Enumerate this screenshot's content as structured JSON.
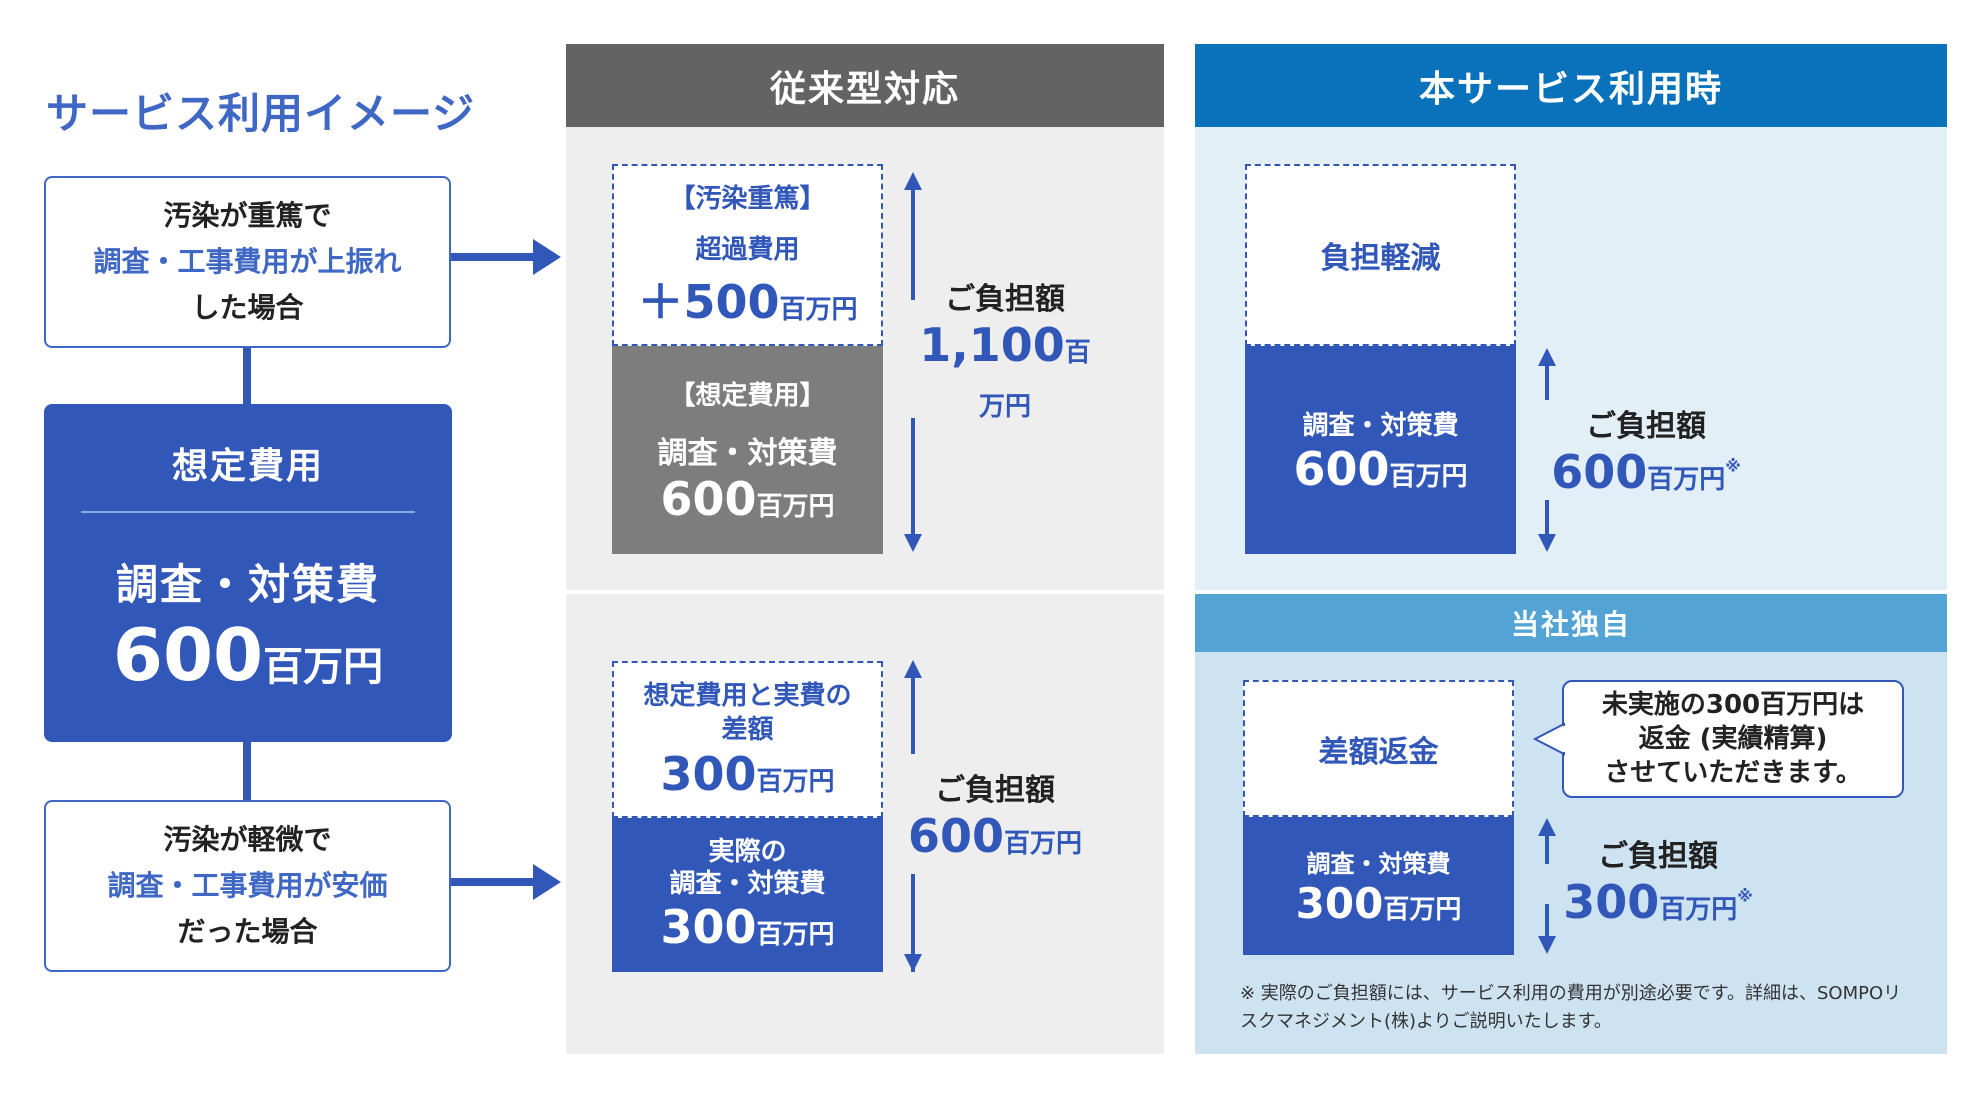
{
  "page_title": "サービス利用イメージ",
  "left": {
    "upper_case": {
      "line1": "汚染が重篤で",
      "line2": "調査・工事費用が上振れ",
      "line3": "した場合"
    },
    "estimate": {
      "label": "想定費用",
      "item": "調査・対策費",
      "amount": "600",
      "unit": "百万円"
    },
    "lower_case": {
      "line1": "汚染が軽微で",
      "line2": "調査・工事費用が安価",
      "line3": "だった場合"
    }
  },
  "conventional": {
    "header": "従来型対応",
    "upper": {
      "excess_tag": "【汚染重篤】",
      "excess_label": "超過費用",
      "excess_amount": "＋500",
      "excess_unit": "百万円",
      "assumed_tag": "【想定費用】",
      "assumed_label": "調査・対策費",
      "assumed_amount": "600",
      "assumed_unit": "百万円",
      "burden_label": "ご負担額",
      "burden_amount": "1,100",
      "burden_unit": "百万円"
    },
    "lower": {
      "diff_label": "想定費用と実費の差額",
      "diff_amount": "300",
      "diff_unit": "百万円",
      "actual_label1": "実際の",
      "actual_label2": "調査・対策費",
      "actual_amount": "300",
      "actual_unit": "百万円",
      "burden_label": "ご負担額",
      "burden_amount": "600",
      "burden_unit": "百万円"
    }
  },
  "service": {
    "header": "本サービス利用時",
    "upper": {
      "reduced_label": "負担軽減",
      "cost_label": "調査・対策費",
      "cost_amount": "600",
      "cost_unit": "百万円",
      "burden_label": "ご負担額",
      "burden_amount": "600",
      "burden_unit": "百万円",
      "note_mark": "※"
    },
    "unique_header": "当社独自",
    "lower": {
      "refund_label": "差額返金",
      "callout_line1": "未実施の300百万円は",
      "callout_line2": "返金 (実績精算)",
      "callout_line3": "させていただきます。",
      "cost_label": "調査・対策費",
      "cost_amount": "300",
      "cost_unit": "百万円",
      "burden_label": "ご負担額",
      "burden_amount": "300",
      "burden_unit": "百万円",
      "note_mark": "※"
    },
    "footnote_line1": "※ 実際のご負担額には、サービス利用の費用が別途必要です。詳細は、SOMPOリ",
    "footnote_line2": "スクマネジメント(株)よりご説明いたします。"
  },
  "colors": {
    "primary_blue": "#3157b9",
    "title_blue": "#3f67c4",
    "header_dark": "#636363",
    "header_blue": "#0a72ba",
    "sub_header_blue": "#53a3d5",
    "panel_gray": "#eeeeee",
    "panel_light_blue": "#e3eff7",
    "panel_mid_blue": "#cde3f1",
    "assumed_gray": "#7d7d7d"
  }
}
